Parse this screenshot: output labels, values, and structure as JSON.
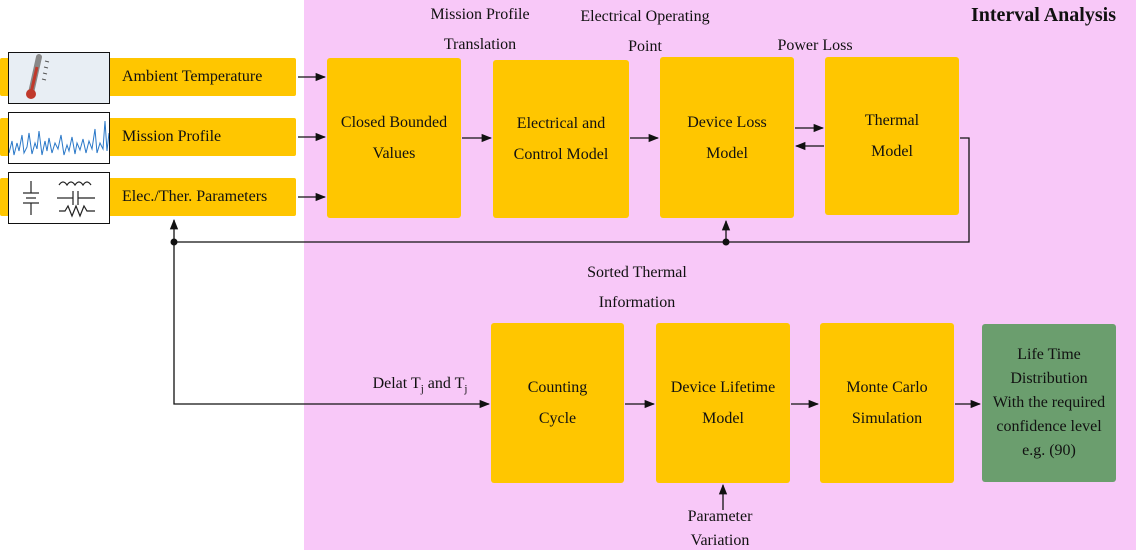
{
  "title": "Interval Analysis",
  "inputs": {
    "ambient": "Ambient Temperature",
    "mission": "Mission Profile",
    "params": "Elec./Ther. Parameters"
  },
  "boxes": {
    "closed_bounded": [
      "Closed Bounded",
      "Values"
    ],
    "electrical_control": [
      "Electrical and",
      "Control Model"
    ],
    "device_loss": [
      "Device Loss",
      "Model"
    ],
    "thermal": [
      "Thermal",
      "Model"
    ],
    "counting": [
      "Counting",
      "Cycle"
    ],
    "lifetime": [
      "Device Lifetime",
      "Model"
    ],
    "monte_carlo": [
      "Monte Carlo",
      "Simulation"
    ],
    "life_time_dist": [
      "Life Time",
      "Distribution",
      "With the required",
      "confidence level",
      "e.g. (90)"
    ]
  },
  "labels": {
    "mission_translation": [
      "Mission Profile",
      "Translation"
    ],
    "electrical_point": [
      "Electrical Operating",
      "Point"
    ],
    "power_loss": "Power Loss",
    "sorted_thermal": [
      "Sorted Thermal",
      "Information"
    ],
    "delta_prefix": "Delat T",
    "delta_sub1": "j",
    "delta_mid": " and T",
    "delta_sub2": "j",
    "param_variation": [
      "Parameter",
      "Variation"
    ]
  },
  "colors": {
    "region": "#f8c8f8",
    "block": "#ffc600",
    "result": "#6b9e6e"
  }
}
